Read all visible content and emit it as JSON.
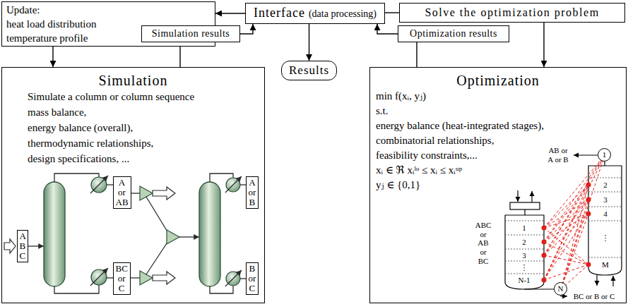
{
  "diagram": {
    "nodes": [
      {
        "text": [
          "Update:",
          "heat load distribution",
          "temperature profile"
        ]
      },
      {
        "text": [
          "Interface",
          "(data processing)"
        ]
      },
      {
        "text": [
          "Solve the optimization problem"
        ]
      },
      {
        "text": [
          "Simulation results"
        ]
      },
      {
        "text": [
          "Optimization results"
        ]
      },
      {
        "text": [
          "Results"
        ]
      },
      {
        "text": [
          "Simulation",
          "Simulate a column or column sequence",
          "mass balance,",
          "energy balance (overall),",
          "thermodynamic relationships,",
          "design specifications, ..."
        ]
      },
      {
        "text": [
          "A B C"
        ],
        "in": 6
      },
      {
        "text": [
          "A or AB"
        ],
        "in": 6
      },
      {
        "text": [
          "BC or C"
        ],
        "in": 6
      },
      {
        "text": [
          "A or B"
        ],
        "in": 6
      },
      {
        "text": [
          "B or C"
        ],
        "in": 6
      },
      {
        "text": [
          "Optimization",
          "min f(xᵢ, yⱼ)",
          "s.t.",
          "energy balance (heat-integrated stages),",
          "combinatorial relationships,",
          "feasibility constraints,...",
          "xᵢ ∈ ℜ xᵢˡᵒ ≤ xᵢ ≤ xᵢᵘᵖ",
          "yⱼ ∈ {0,1}"
        ]
      },
      {
        "text": [
          "1"
        ],
        "in": 12
      },
      {
        "text": [
          "N"
        ],
        "in": 12
      }
    ],
    "edges": [
      {
        "from": 1,
        "to": 0,
        "arrow": "to"
      },
      {
        "from": 0,
        "to": 6,
        "arrow": "to"
      },
      {
        "from": 6,
        "to": 3,
        "arrow": "none"
      },
      {
        "from": 3,
        "to": 1,
        "arrow": "to"
      },
      {
        "from": 1,
        "to": 5,
        "arrow": "to"
      },
      {
        "from": 1,
        "to": 2,
        "arrow": "none"
      },
      {
        "from": 2,
        "to": 12,
        "arrow": "to"
      },
      {
        "from": 12,
        "to": 4,
        "arrow": "none"
      },
      {
        "from": 4,
        "to": 1,
        "arrow": "to"
      }
    ],
    "labels": [
      "ABC or AB or BC",
      "1",
      "2",
      "3",
      "⋮",
      "N-1",
      "AB or A or B",
      "2",
      "3",
      "4",
      "⋮",
      "M",
      "BC or B or C"
    ]
  }
}
